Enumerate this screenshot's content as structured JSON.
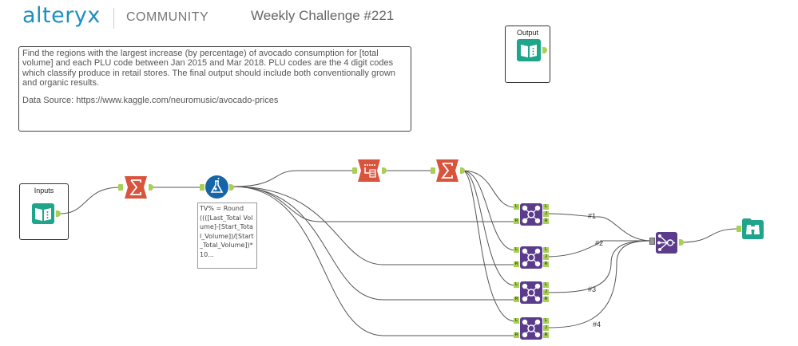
{
  "header": {
    "logo": "alteryx",
    "community": "COMMUNITY",
    "title": "Weekly Challenge #221"
  },
  "description": {
    "text": "Find the regions with the largest increase (by percentage) of avocado consumption for [total volume] and each PLU code between Jan 2015 and Mar 2018. PLU codes are the 4 digit codes which classify produce in retail stores. The final output should include both conventionally grown and organic results.",
    "source": "Data Source: https://www.kaggle.com/neuromusic/avocado-prices"
  },
  "containers": {
    "output": {
      "title": "Output"
    },
    "inputs": {
      "title": "Inputs"
    }
  },
  "tools": {
    "formula_note": "TV% = Round ((([Last_Total Volume]-[Start_Total_Volume])/[Start_Total_Volume])*10...",
    "join_anchor_labels": {
      "left": "L",
      "right": "R",
      "join": "J"
    }
  },
  "connection_labels": [
    "#1",
    "#2",
    "#3",
    "#4"
  ],
  "colors": {
    "brand": "#1e8fc0",
    "input_tool": "#1ea58a",
    "summarize_tool": "#d9543d",
    "formula_tool": "#1565a8",
    "join_tool": "#5b3b8c",
    "anchor": "#a9cf54"
  }
}
